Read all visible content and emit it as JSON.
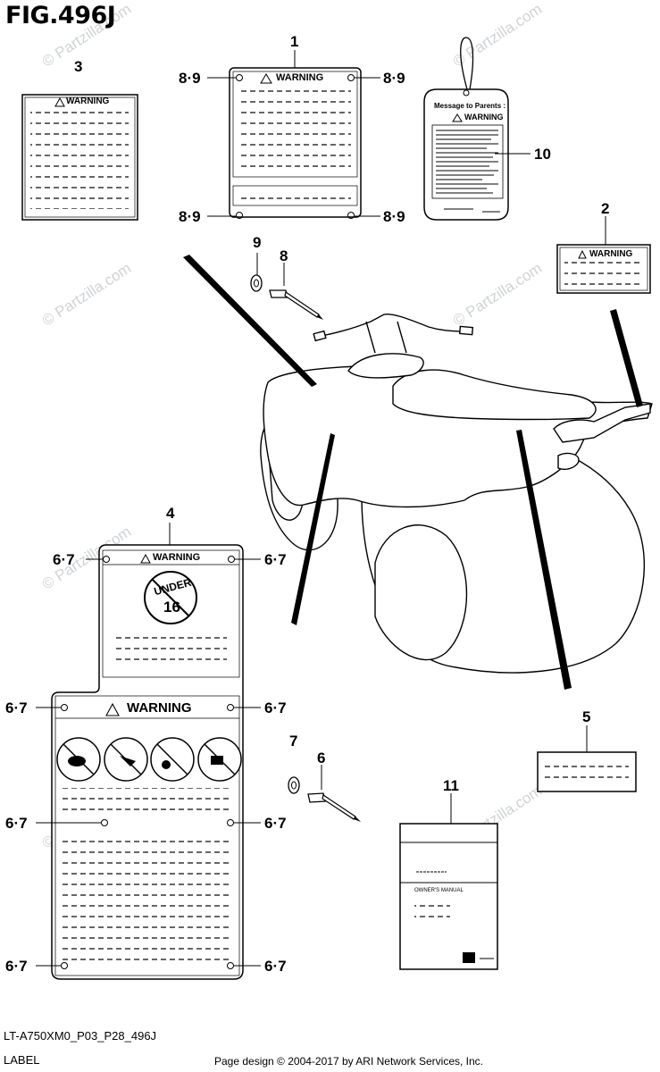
{
  "figure": {
    "title": "FIG.496J"
  },
  "labels": {
    "warning": "WARNING",
    "under": "UNDER",
    "age": "16",
    "message": "Message to Parents :",
    "manual": "OWNER'S MANUAL"
  },
  "callouts": {
    "c1": "1",
    "c2": "2",
    "c3": "3",
    "c4": "4",
    "c5": "5",
    "c6": "6",
    "c7": "7",
    "c8": "8",
    "c9": "9",
    "c10": "10",
    "c11": "11",
    "rivet_89": "8·9",
    "rivet_67": "6·7"
  },
  "watermark": {
    "text": "© Partzilla.com"
  },
  "footer": {
    "code": "LT-A750XM0_P03_P28_496J",
    "category": "LABEL",
    "credit": "Page design © 2004-2017 by ARI Network Services, Inc."
  }
}
